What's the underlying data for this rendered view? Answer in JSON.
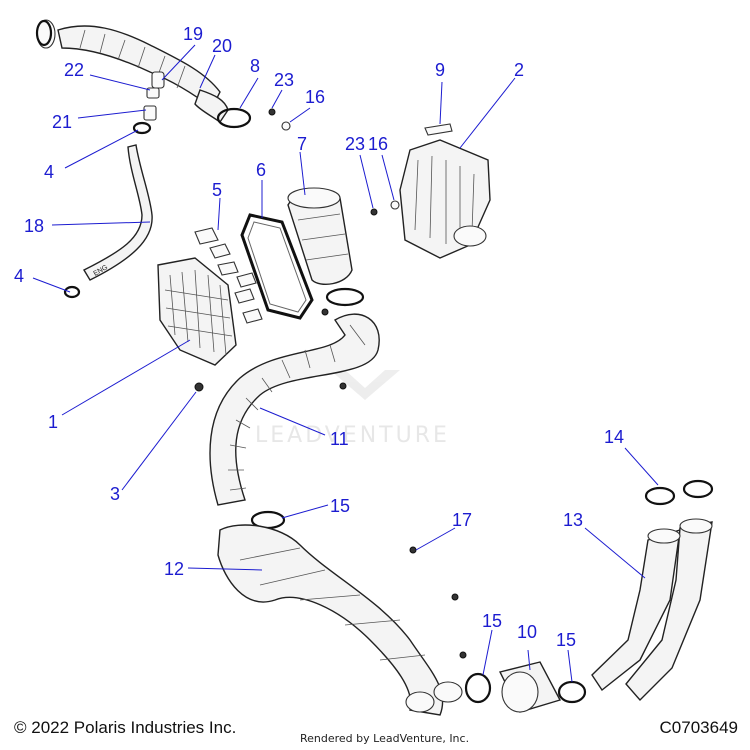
{
  "diagram": {
    "labels": {
      "p1": "1",
      "p2": "2",
      "p3": "3",
      "p4a": "4",
      "p4b": "4",
      "p5": "5",
      "p6": "6",
      "p7": "7",
      "p8": "8",
      "p9": "9",
      "p10": "10",
      "p11": "11",
      "p12": "12",
      "p13": "13",
      "p14": "14",
      "p15a": "15",
      "p15b": "15",
      "p15c": "15",
      "p16a": "16",
      "p16b": "16",
      "p17": "17",
      "p18": "18",
      "p19": "19",
      "p20": "20",
      "p21": "21",
      "p22": "22",
      "p23a": "23",
      "p23b": "23"
    },
    "hose_marking": "ENG",
    "watermark": "LEADVENTURE"
  },
  "footer": {
    "copyright": "© 2022 Polaris Industries Inc.",
    "rendered_by": "Rendered by LeadVenture, Inc.",
    "diagram_code": "C0703649"
  },
  "colors": {
    "callout": "#1c1cd0",
    "line_art": "#222222",
    "part_fill": "#f4f4f4"
  }
}
